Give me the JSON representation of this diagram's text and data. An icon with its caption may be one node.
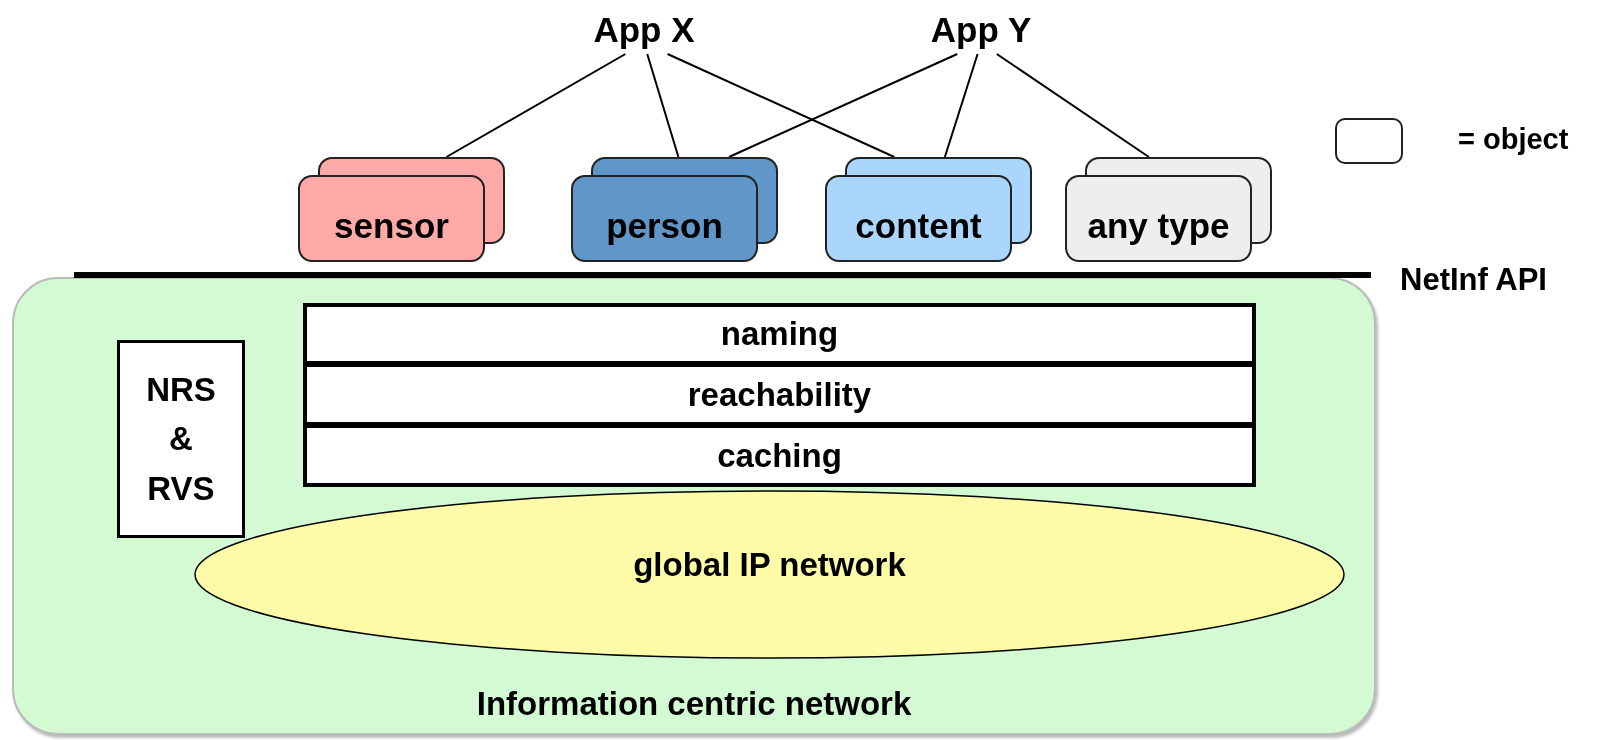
{
  "diagram": {
    "nodes": [
      {
        "text": [
          "App X"
        ]
      },
      {
        "text": [
          "App Y"
        ]
      },
      {
        "text": [
          "sensor"
        ]
      },
      {
        "text": [
          "person"
        ]
      },
      {
        "text": [
          "content"
        ]
      },
      {
        "text": [
          "any type"
        ]
      },
      {
        "text": [
          "Information centric network"
        ]
      },
      {
        "text": [
          "naming"
        ],
        "in": 6
      },
      {
        "text": [
          "reachability"
        ],
        "in": 6
      },
      {
        "text": [
          "caching"
        ],
        "in": 6
      },
      {
        "text": [
          "NRS & RVS"
        ],
        "in": 6
      },
      {
        "text": [
          "global IP network"
        ],
        "in": 6
      }
    ],
    "edges": [
      {
        "from": 0,
        "to": 2,
        "arrow": "none"
      },
      {
        "from": 0,
        "to": 3,
        "arrow": "none"
      },
      {
        "from": 0,
        "to": 4,
        "arrow": "none"
      },
      {
        "from": 1,
        "to": 3,
        "arrow": "none"
      },
      {
        "from": 1,
        "to": 4,
        "arrow": "none"
      },
      {
        "from": 1,
        "to": 5,
        "arrow": "none"
      }
    ],
    "labels": [
      "NetInf API"
    ],
    "legend": [
      {
        "text": "= object"
      }
    ]
  }
}
